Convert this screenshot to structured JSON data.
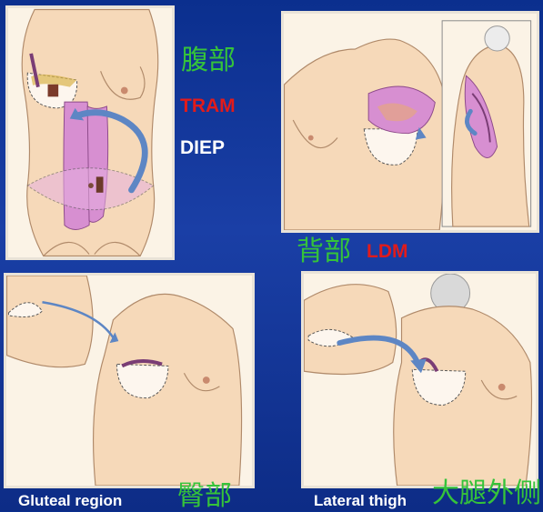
{
  "labels": {
    "abdomen_cn": "腹部",
    "tram": "TRAM",
    "diep": "DIEP",
    "back_cn": "背部",
    "ldm": "LDM",
    "gluteal_en": "Gluteal  region",
    "gluteal_cn": "臀部",
    "thigh_en": "Lateral thigh",
    "thigh_cn": "大腿外侧"
  },
  "colors": {
    "background": "#1a3fa6",
    "skin": "#f6d9b9",
    "flap": "#d78fd1",
    "arrow": "#5d86c4",
    "chinese_label": "#35c33a",
    "red_label": "#e11b1b"
  }
}
